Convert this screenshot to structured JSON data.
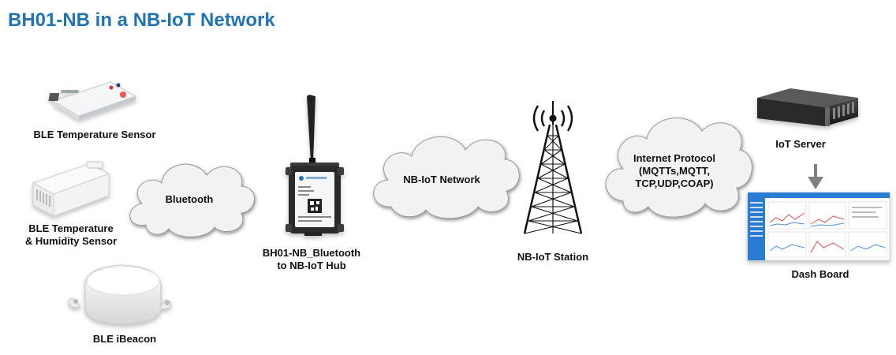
{
  "title": "BH01-NB in a NB-IoT Network",
  "devices": {
    "temp_sensor": "BLE Temperature Sensor",
    "temp_humidity_line1": "BLE Temperature",
    "temp_humidity_line2": "& Humidity Sensor",
    "ibeacon": "BLE iBeacon"
  },
  "clouds": {
    "bluetooth": "Bluetooth",
    "nbiot": "NB-IoT Network",
    "internet_line1": "Internet Protocol",
    "internet_line2": "(MQTTs,MQTT,",
    "internet_line3": "TCP,UDP,COAP)"
  },
  "hub": {
    "line1": "BH01-NB_Bluetooth",
    "line2": "to NB-IoT Hub"
  },
  "station": "NB-IoT Station",
  "server": "IoT Server",
  "dashboard": "Dash Board",
  "colors": {
    "title": "#1f73b7",
    "cloud": "#f2f2f2",
    "arrow": "#808080",
    "dashboard_sidebar": "#2b7bd2"
  }
}
